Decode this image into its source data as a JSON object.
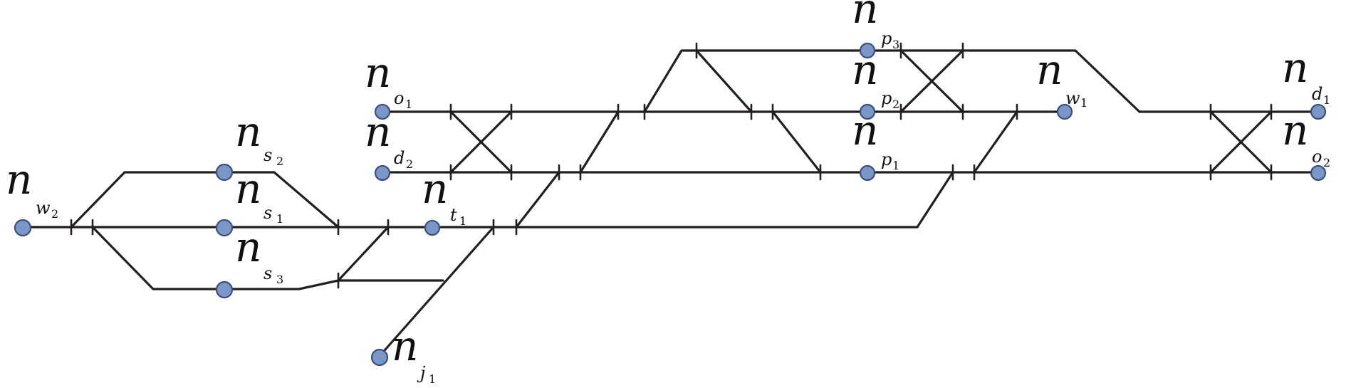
{
  "diagram": {
    "node_color": "#7b97c9",
    "track_color": "#231f20",
    "labels": {
      "nw2": {
        "main": "n",
        "sub": "w",
        "subsub": "2"
      },
      "ns2": {
        "main": "n",
        "sub": "s",
        "subsub": "2"
      },
      "ns1": {
        "main": "n",
        "sub": "s",
        "subsub": "1"
      },
      "ns3": {
        "main": "n",
        "sub": "s",
        "subsub": "3"
      },
      "nt1": {
        "main": "n",
        "sub": "t",
        "subsub": "1"
      },
      "nj1": {
        "main": "n",
        "sub": "j",
        "subsub": "1"
      },
      "no1": {
        "main": "n",
        "sub": "o",
        "subsub": "1"
      },
      "nd2": {
        "main": "n",
        "sub": "d",
        "subsub": "2"
      },
      "np3": {
        "main": "n",
        "sub": "p",
        "subsub": "3"
      },
      "np2": {
        "main": "n",
        "sub": "p",
        "subsub": "2"
      },
      "np1": {
        "main": "n",
        "sub": "p",
        "subsub": "1"
      },
      "nw1": {
        "main": "n",
        "sub": "w",
        "subsub": "1"
      },
      "nd1": {
        "main": "n",
        "sub": "d",
        "subsub": "1"
      },
      "no2": {
        "main": "n",
        "sub": "o",
        "subsub": "2"
      }
    }
  }
}
